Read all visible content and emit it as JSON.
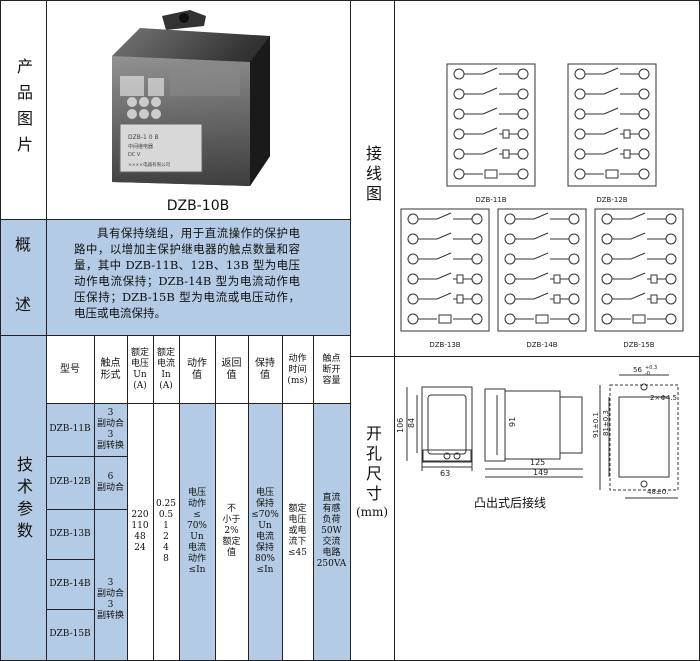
{
  "photo_section": {
    "label": "产品图片",
    "model": "DZB-10B",
    "relay_face_text": "DZB-1 0 B\n中间继电器\nDC V\n出厂编号\n××××电器有限公司"
  },
  "overview": {
    "label_top": "概",
    "label_bottom": "述",
    "text": "具有保持绕组，用于直流操作的保护电路中，以增加主保护继电器的触点数量和容量，其中 DZB-11B、12B、13B 型为电压动作电流保持；DZB-14B 型为电流动作电压保持；DZB-15B 型为电流或电压动作，电压或电流保持。"
  },
  "wiring": {
    "label": "接线图",
    "diagrams": [
      "DZB-11B",
      "DZB-12B",
      "DZB-13B",
      "DZB-14B",
      "DZB-15B"
    ]
  },
  "specs": {
    "label": "技术参数",
    "headers": {
      "model": "型号",
      "contact": "触点\n形式",
      "voltage": "额定\n电压\nUn\n(A)",
      "current": "额定\n电流\nIn\n(A)",
      "action": "动作\n值",
      "return": "返回\n值",
      "hold": "保持\n值",
      "time": "动作\n时间\n(ms)",
      "capacity": "触点\n断开\n容量"
    },
    "models": [
      "DZB-11B",
      "DZB-12B",
      "DZB-13B",
      "DZB-14B",
      "DZB-15B"
    ],
    "contacts": {
      "r1": "3\n副动合\n3\n副转换",
      "r2": "6\n副动合",
      "r3": "3\n副动合\n3\n副转换"
    },
    "voltage": "220\n110\n48\n24",
    "current": "0.25\n0.5\n1\n2\n4\n8",
    "action": "电压\n动作\n≤\n70%\nUn\n电流\n动作\n≤In",
    "return": "不\n小于\n2%\n额定\n值",
    "hold": "电压\n保持\n≤70%\nUn\n电流\n保持\n80%\n≤In",
    "time": "额定\n电压\n或电\n流下\n≤45",
    "capacity": "直流\n有感\n负荷\n50W\n交流\n电路\n250VA"
  },
  "cutout": {
    "label": "开孔尺寸",
    "unit": "(mm)",
    "caption": "凸出式后接线",
    "dims": {
      "w63": "63",
      "h106": "106",
      "h84": "84",
      "d91": "91",
      "d125": "125",
      "d149": "149",
      "h91": "91±0.1",
      "h81": "81±0.3",
      "w56": "56",
      "w56tol": "+0.3\n-0",
      "hole": "2×Φ4.5",
      "w48": "48±0."
    }
  }
}
